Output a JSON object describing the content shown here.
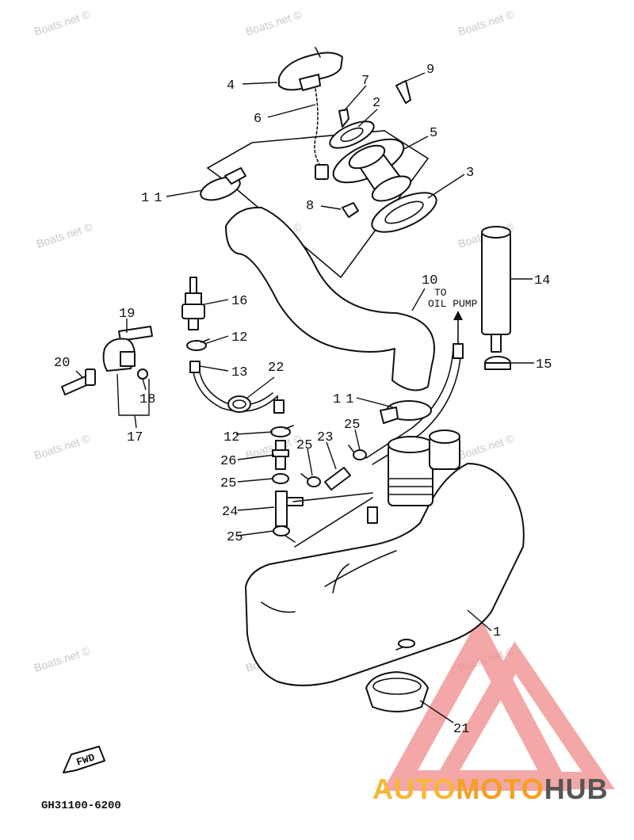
{
  "watermark": "Boats.net ©",
  "part_numbers": {
    "p1": "1",
    "p2": "2",
    "p3": "3",
    "p4": "4",
    "p5": "5",
    "p6": "6",
    "p7": "7",
    "p8": "8",
    "p9": "9",
    "p10": "10",
    "p11a": "11",
    "p11b": "11",
    "p12a": "12",
    "p12b": "12",
    "p13": "13",
    "p14": "14",
    "p15": "15",
    "p16": "16",
    "p17": "17",
    "p18": "18",
    "p19": "19",
    "p20": "20",
    "p21": "21",
    "p22": "22",
    "p23": "23",
    "p24": "24",
    "p25a": "25",
    "p25b": "25",
    "p25c": "25",
    "p25d": "25",
    "p26": "26"
  },
  "annotation": {
    "line1": "TO",
    "line2": "OIL PUMP"
  },
  "fwd_label": "FWD",
  "drawing_code": "GH31100-6200",
  "logo": {
    "part1": "AUTO",
    "part2": "MOTO",
    "part3": "HUB",
    "color1": "#f7b733",
    "color2": "#f4a020",
    "color3": "#555555",
    "triangle_color": "#f08a8a"
  }
}
